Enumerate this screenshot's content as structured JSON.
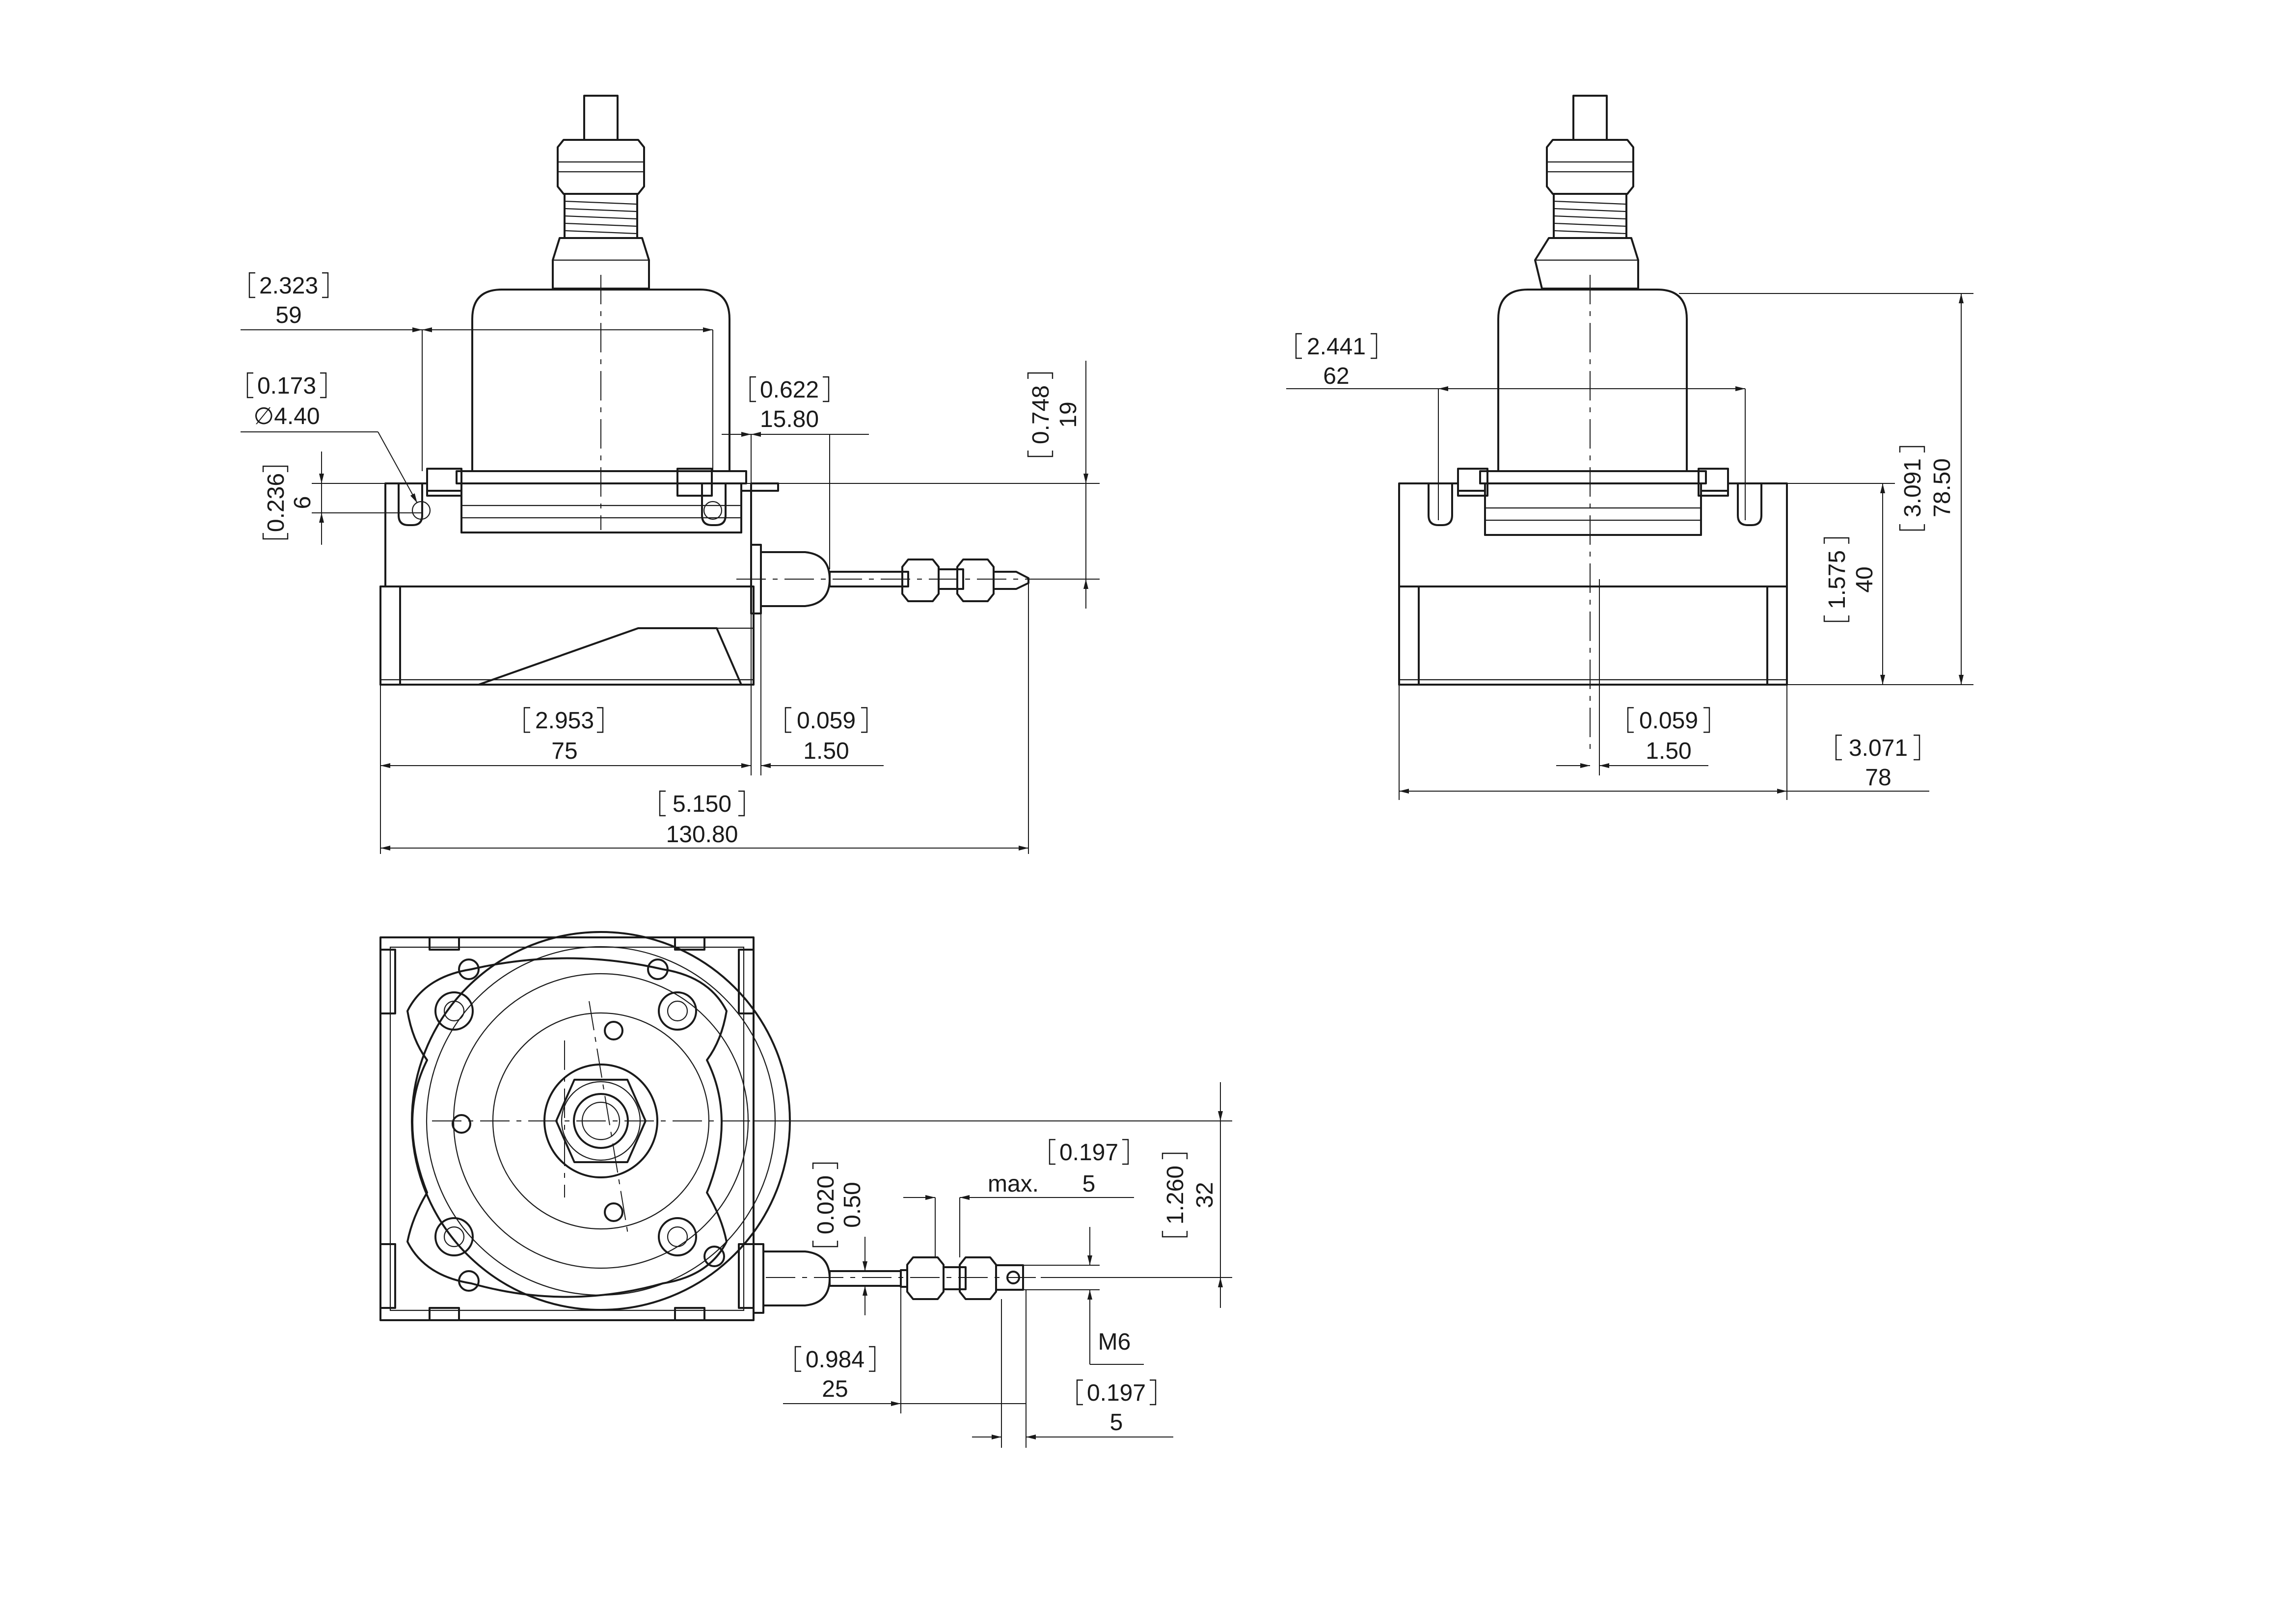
{
  "dimensions": {
    "d_2323": "2.323",
    "d_59": "59",
    "d_0173": "0.173",
    "d_dia440": "∅4.40",
    "d_0236": "0.236",
    "d_6": "6",
    "d_0622": "0.622",
    "d_1580": "15.80",
    "d_0748": "0.748",
    "d_19": "19",
    "d_2953": "2.953",
    "d_75": "75",
    "d_0059a": "0.059",
    "d_150a": "1.50",
    "d_5150": "5.150",
    "d_13080": "130.80",
    "d_2441": "2.441",
    "d_62": "62",
    "d_3091": "3.091",
    "d_7850": "78.50",
    "d_1575": "1.575",
    "d_40": "40",
    "d_0059b": "0.059",
    "d_150b": "1.50",
    "d_3071": "3.071",
    "d_78": "78",
    "d_0020": "0.020",
    "d_050": "0.50",
    "d_0197a": "0.197",
    "d_max": "max.",
    "d_5a": "5",
    "d_1260": "1.260",
    "d_32": "32",
    "d_m6": "M6",
    "d_0984": "0.984",
    "d_25": "25",
    "d_0197b": "0.197",
    "d_5b": "5"
  }
}
